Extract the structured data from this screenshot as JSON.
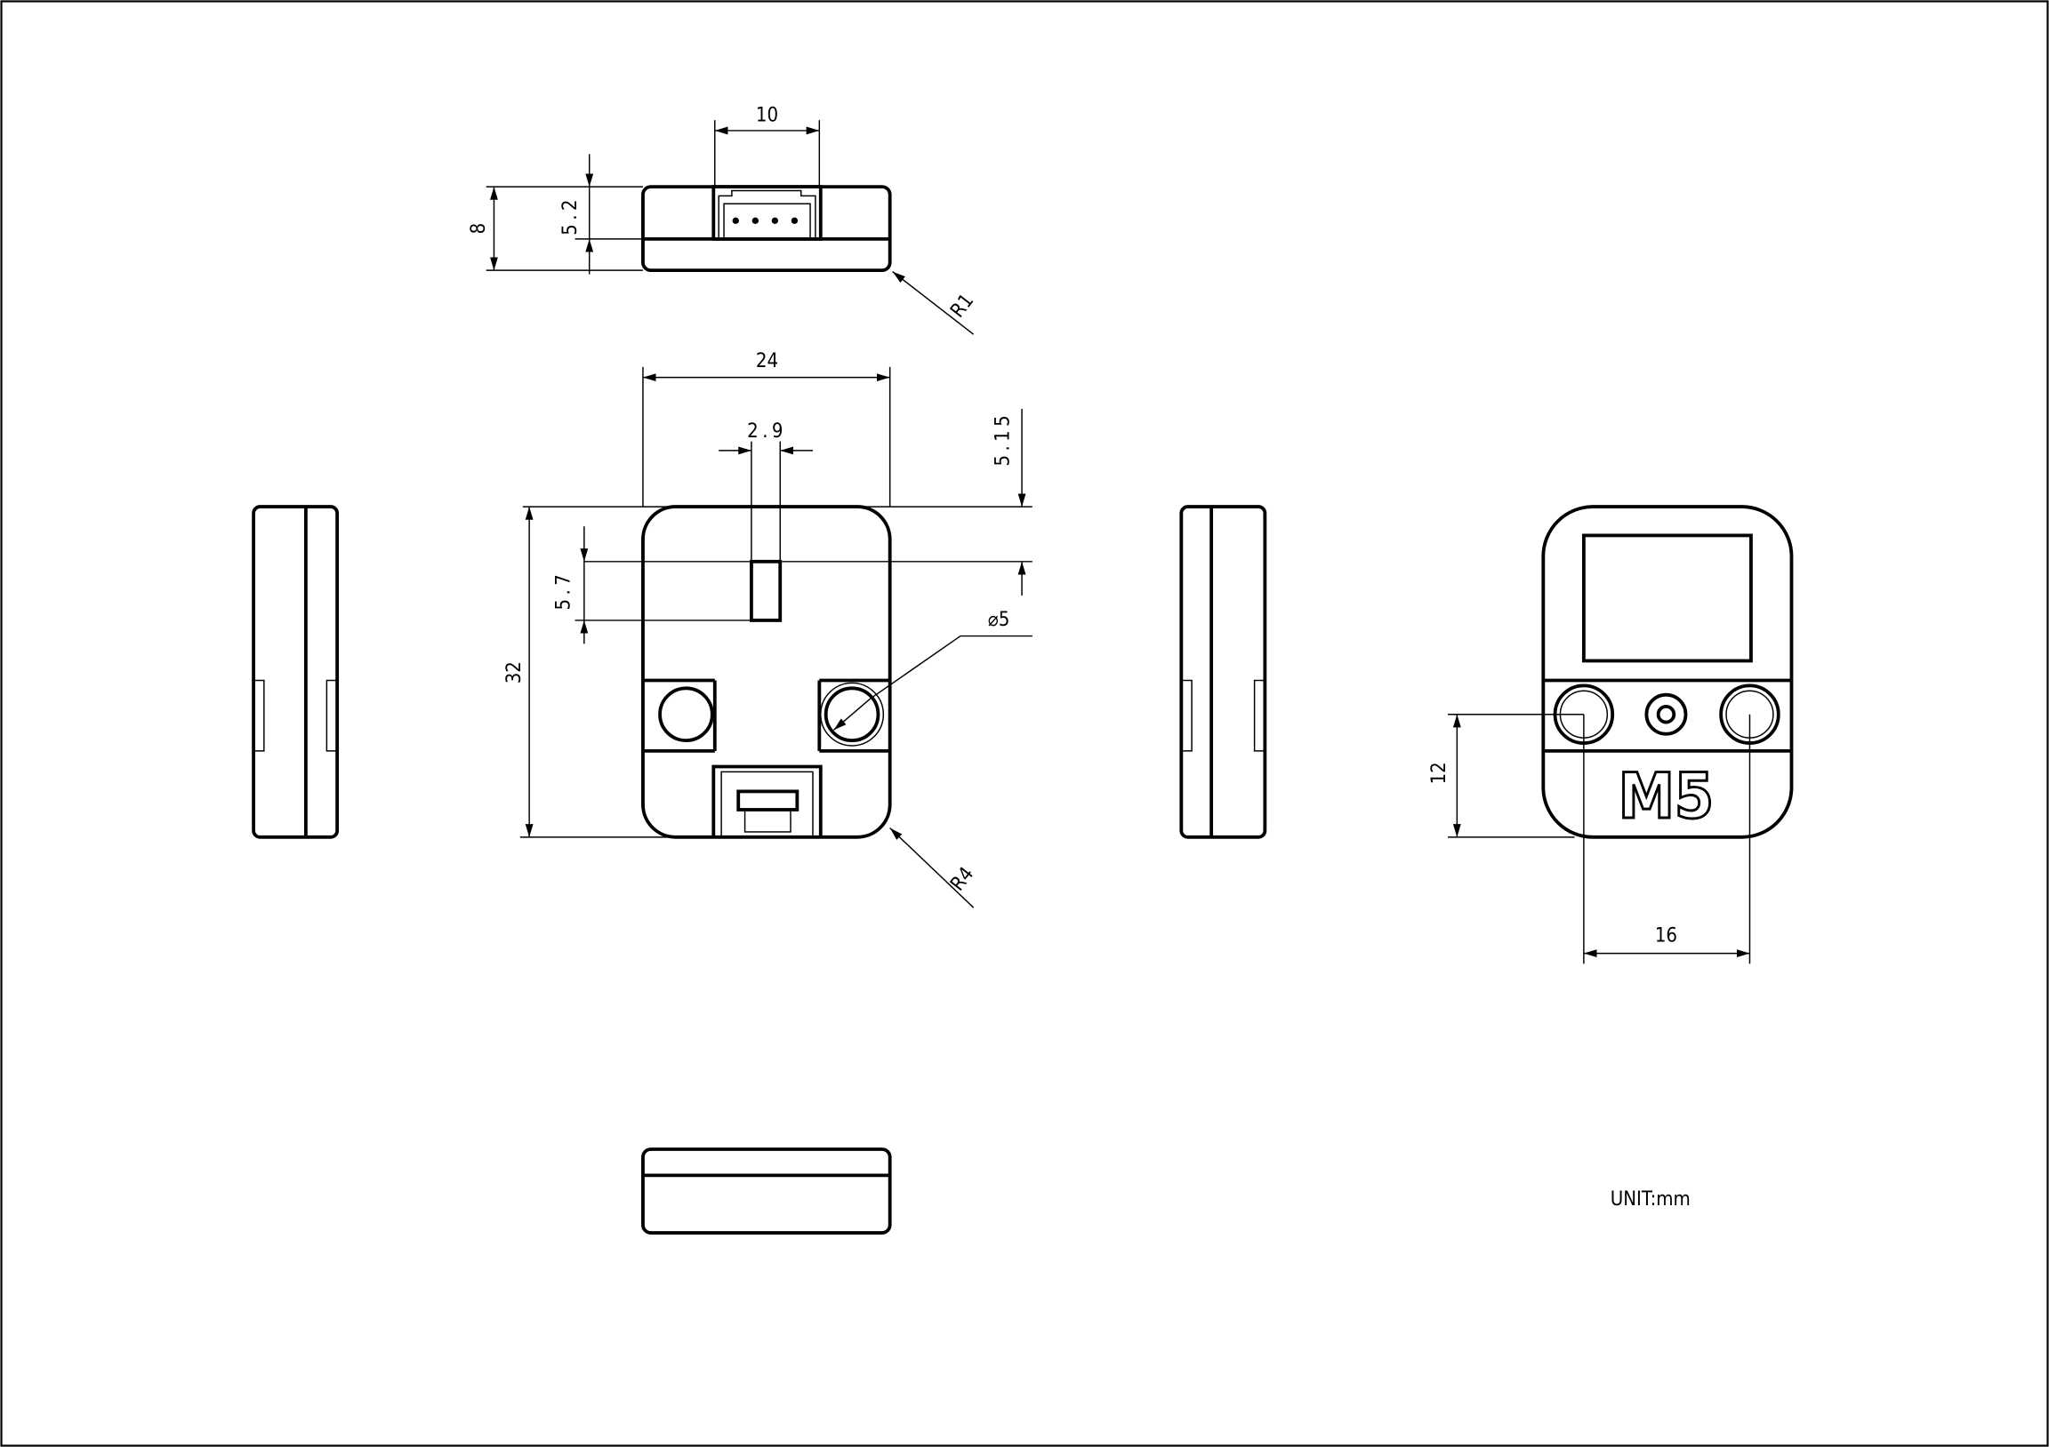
{
  "drawing": {
    "title_logo": "M5",
    "unit_note": "UNIT:mm",
    "dimensions": {
      "top_connector_width": "10",
      "top_height": "8",
      "top_connector_height": "5.2",
      "top_corner_radius": "R1",
      "width": "24",
      "slot_width": "2.9",
      "slot_offset": "5.15",
      "slot_length": "5.7",
      "height": "32",
      "hole_diameter": "⌀5",
      "corner_radius": "R4",
      "hole_vertical": "12",
      "hole_spacing": "16"
    },
    "colors": {
      "line": "#000000",
      "background": "#ffffff"
    }
  }
}
